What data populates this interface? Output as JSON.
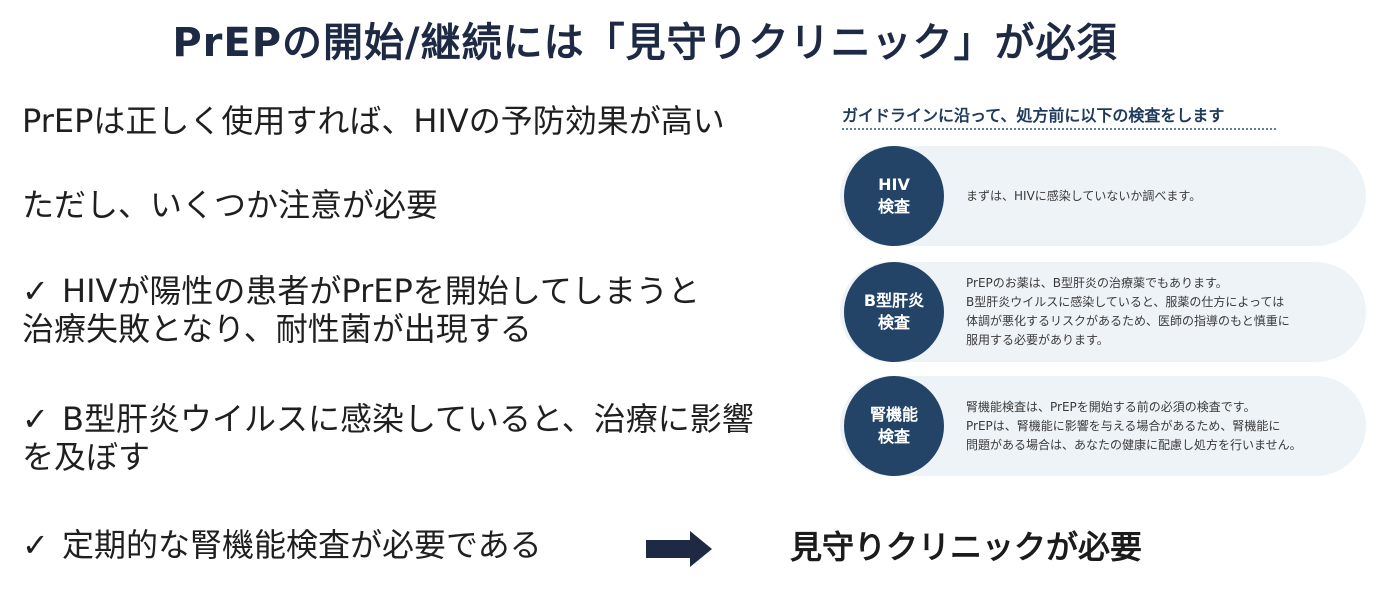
{
  "title": "PrEPの開始/継続には「見守りクリニック」が必須",
  "bullets": {
    "b1": "PrEPは正しく使用すれば、HIVの予防効果が高い",
    "b2": "ただし、いくつか注意が必要",
    "b3_line1": "HIVが陽性の患者がPrEPを開始してしまうと",
    "b3_line2": "治療失敗となり、耐性菌が出現する",
    "b4_line1": "B型肝炎ウイルスに感染していると、治療に影響",
    "b4_line2": "を及ぼす",
    "b5": "定期的な腎機能検査が必要である",
    "check_mark": "✓"
  },
  "conclusion": "見守りクリニックが必要",
  "panel": {
    "heading": "ガイドラインに沿って、処方前に以下の検査をします",
    "cards": [
      {
        "label_line1": "HIV",
        "label_line2": "検査",
        "text_lines": [
          "まずは、HIVに感染していないか調べます。"
        ]
      },
      {
        "label_line1": "B型肝炎",
        "label_line2": "検査",
        "text_lines": [
          "PrEPのお薬は、B型肝炎の治療薬でもあります。",
          "B型肝炎ウイルスに感染していると、服薬の仕方によっては",
          "体調が悪化するリスクがあるため、医師の指導のもと慎重に",
          "服用する必要があります。"
        ]
      },
      {
        "label_line1": "腎機能",
        "label_line2": "検査",
        "text_lines": [
          "腎機能検査は、PrEPを開始する前の必須の検査です。",
          "PrEPは、腎機能に影響を与える場合があるため、腎機能に",
          "問題がある場合は、あなたの健康に配慮し処方を行いません。"
        ]
      }
    ]
  },
  "colors": {
    "title": "#1e2a44",
    "circle": "#234466",
    "card_bg": "#eef3f8",
    "arrow": "#1e2a44"
  },
  "icons": {
    "arrow": "right-arrow-icon"
  }
}
